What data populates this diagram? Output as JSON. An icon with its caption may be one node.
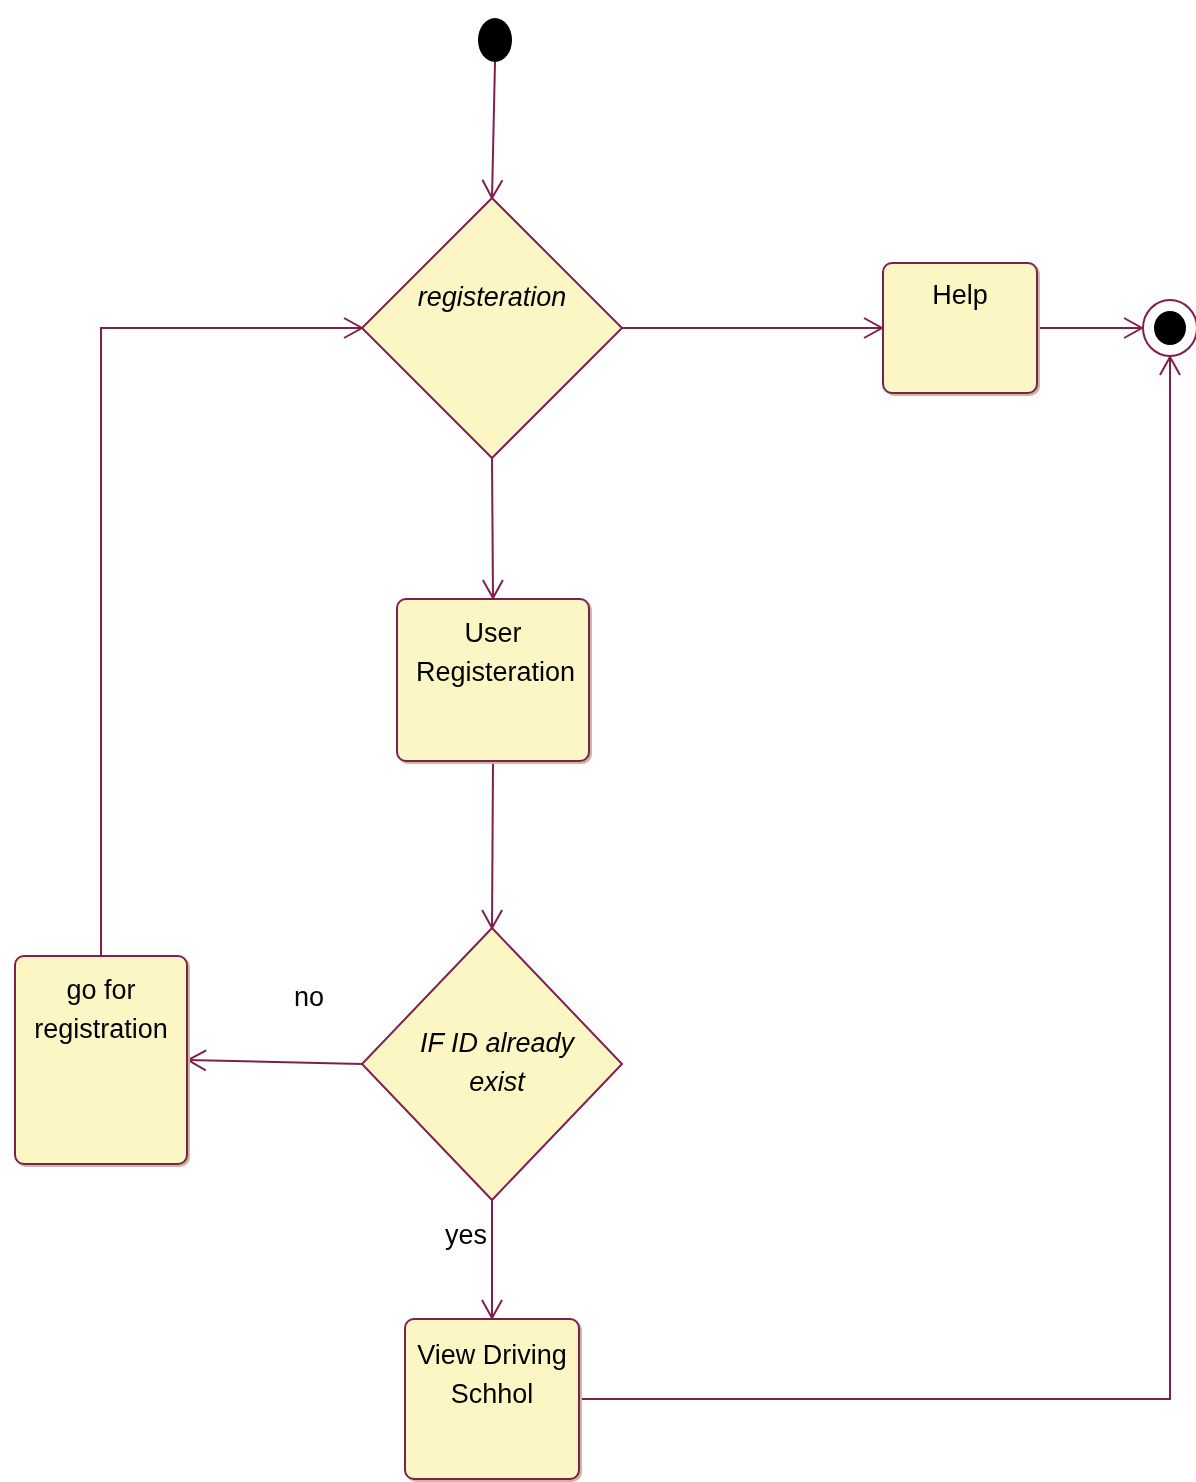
{
  "diagram": {
    "nodes": [
      {
        "text": [],
        "shape": "circle"
      },
      {
        "text": [
          "registeration"
        ]
      },
      {
        "text": [
          "Help"
        ]
      },
      {
        "text": [],
        "shape": "circle"
      },
      {
        "text": [
          "User Registeration"
        ]
      },
      {
        "text": [
          "IF ID already exist"
        ]
      },
      {
        "text": [
          "go for registration"
        ]
      },
      {
        "text": [
          "View Driving Schhol"
        ]
      }
    ],
    "edges": [
      {
        "from": 0,
        "to": 1,
        "arrow": "to"
      },
      {
        "from": 1,
        "to": 2,
        "arrow": "to"
      },
      {
        "from": 2,
        "to": 3,
        "arrow": "to"
      },
      {
        "from": 1,
        "to": 4,
        "arrow": "to"
      },
      {
        "from": 4,
        "to": 5,
        "arrow": "to"
      },
      {
        "from": 5,
        "to": 6,
        "arrow": "to",
        "label": "no"
      },
      {
        "from": 6,
        "to": 1,
        "arrow": "to"
      },
      {
        "from": 5,
        "to": 7,
        "arrow": "to",
        "label": "yes"
      },
      {
        "from": 7,
        "to": 3,
        "arrow": "to"
      }
    ]
  }
}
